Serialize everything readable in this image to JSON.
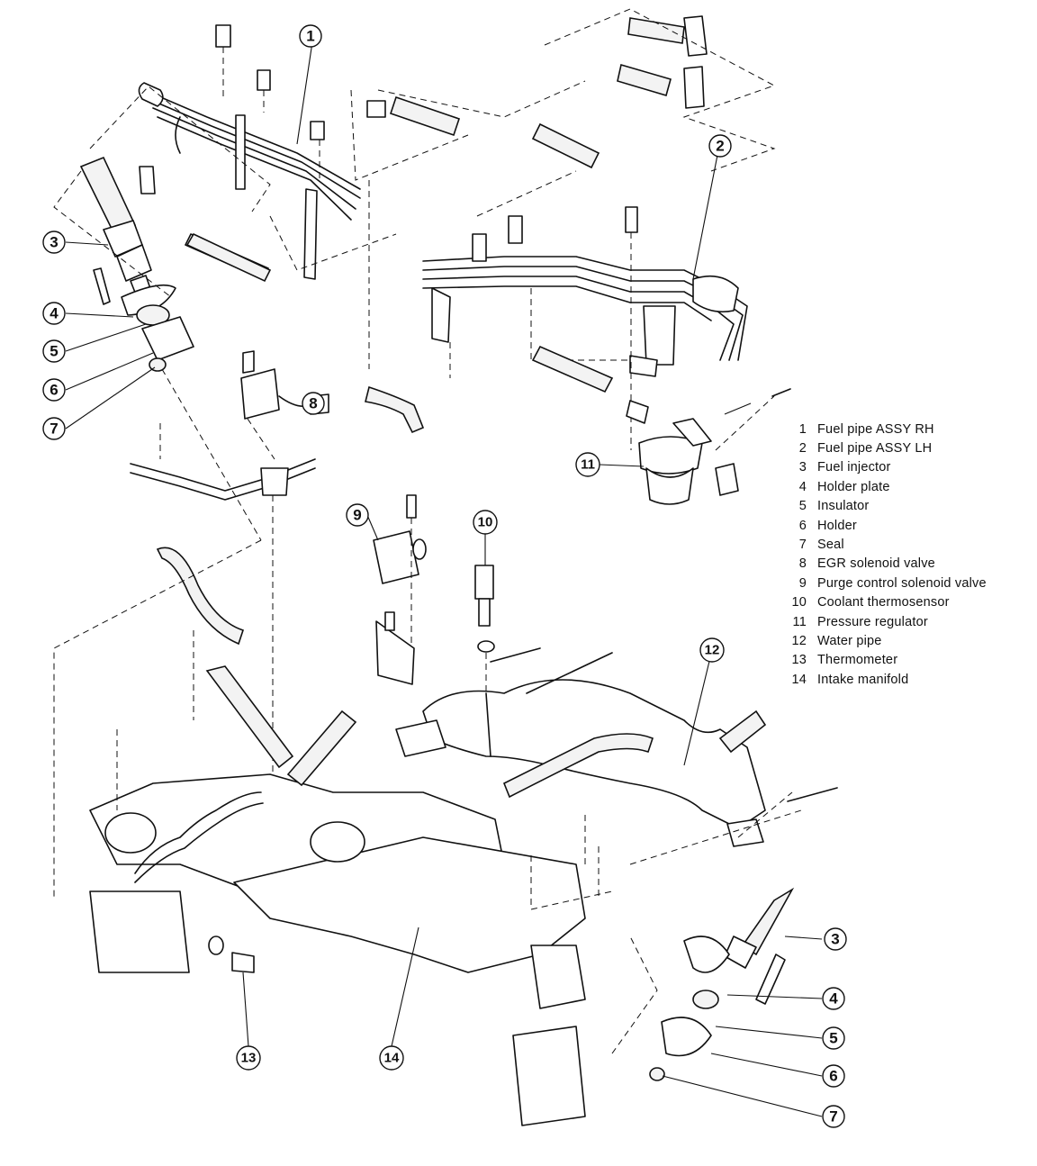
{
  "legend": {
    "items": [
      {
        "number": "1",
        "label": "Fuel pipe ASSY RH"
      },
      {
        "number": "2",
        "label": "Fuel pipe ASSY LH"
      },
      {
        "number": "3",
        "label": "Fuel injector"
      },
      {
        "number": "4",
        "label": "Holder plate"
      },
      {
        "number": "5",
        "label": "Insulator"
      },
      {
        "number": "6",
        "label": "Holder"
      },
      {
        "number": "7",
        "label": "Seal"
      },
      {
        "number": "8",
        "label": "EGR solenoid valve"
      },
      {
        "number": "9",
        "label": "Purge control solenoid valve"
      },
      {
        "number": "10",
        "label": "Coolant thermosensor"
      },
      {
        "number": "11",
        "label": "Pressure regulator"
      },
      {
        "number": "12",
        "label": "Water pipe"
      },
      {
        "number": "13",
        "label": "Thermometer"
      },
      {
        "number": "14",
        "label": "Intake manifold"
      }
    ]
  },
  "callouts": {
    "c1": "1",
    "c2": "2",
    "c3a": "3",
    "c4a": "4",
    "c5a": "5",
    "c6a": "6",
    "c7a": "7",
    "c8": "8",
    "c9": "9",
    "c10": "10",
    "c11": "11",
    "c12": "12",
    "c13": "13",
    "c14": "14",
    "c3b": "3",
    "c4b": "4",
    "c5b": "5",
    "c6b": "6",
    "c7b": "7"
  }
}
